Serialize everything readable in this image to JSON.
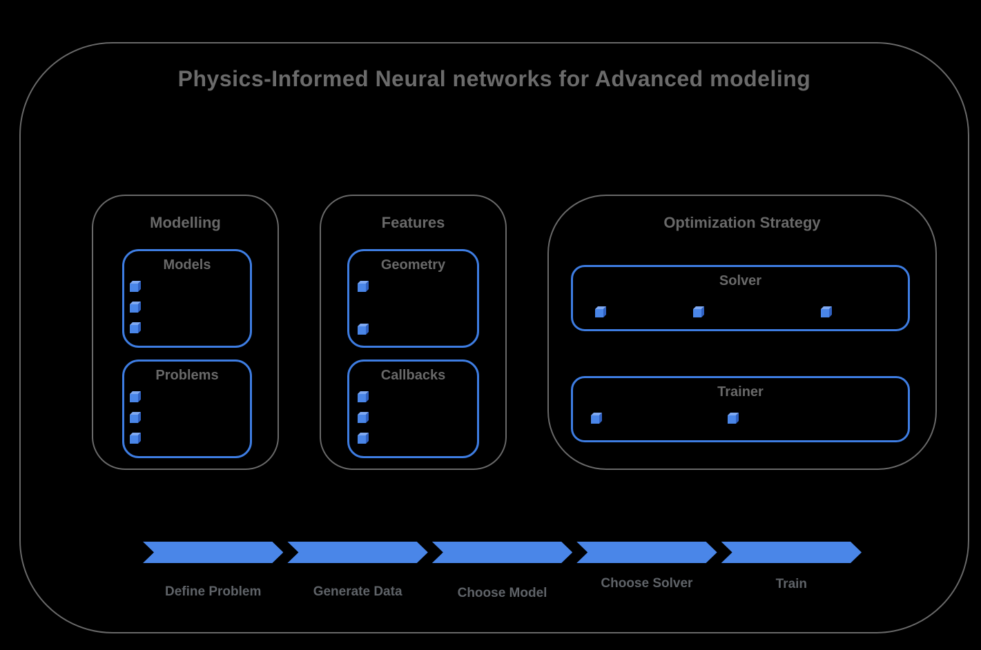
{
  "title": "Physics-Informed Neural networks for Advanced modeling",
  "colors": {
    "accent_blue": "#4a86e8",
    "inner_border_blue": "#3e7de2",
    "outline_gray": "#696969",
    "heading_gray": "#6b6b6b",
    "step_label_gray": "#5f6368",
    "background": "#000000"
  },
  "groups": {
    "modelling": {
      "label": "Modelling",
      "boxes": [
        {
          "label": "Models",
          "bullet_count": 3
        },
        {
          "label": "Problems",
          "bullet_count": 3
        }
      ]
    },
    "features": {
      "label": "Features",
      "boxes": [
        {
          "label": "Geometry",
          "bullet_count": 2
        },
        {
          "label": "Callbacks",
          "bullet_count": 3
        }
      ]
    },
    "optimization": {
      "label": "Optimization Strategy",
      "boxes": [
        {
          "label": "Solver",
          "bullet_count": 3
        },
        {
          "label": "Trainer",
          "bullet_count": 2
        }
      ]
    }
  },
  "flow": {
    "steps": [
      {
        "label": "Define Problem"
      },
      {
        "label": "Generate Data"
      },
      {
        "label": "Choose Model"
      },
      {
        "label": "Choose Solver"
      },
      {
        "label": "Train"
      }
    ]
  }
}
